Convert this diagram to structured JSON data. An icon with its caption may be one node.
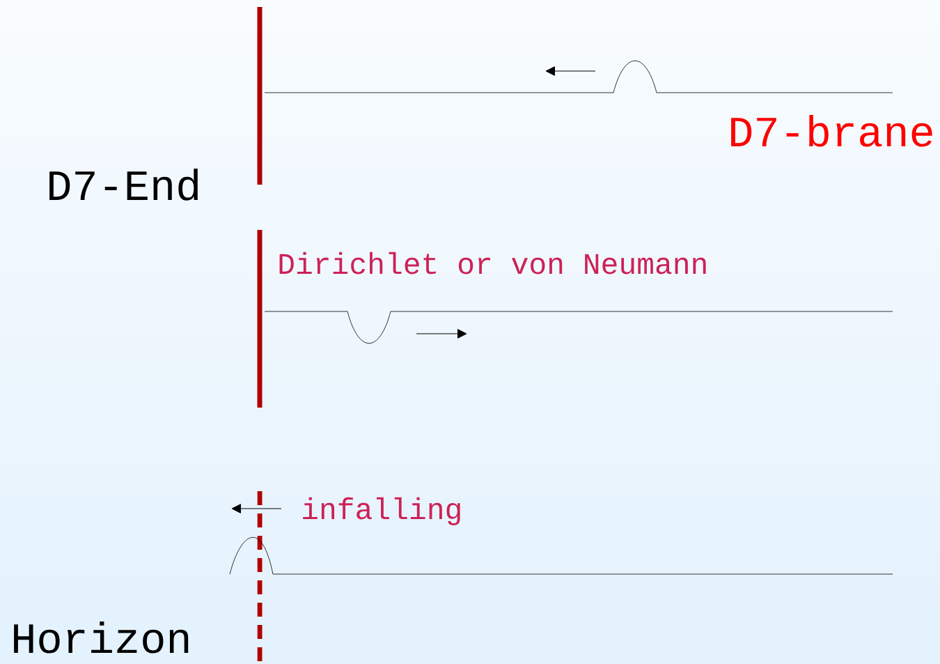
{
  "diagram": {
    "labels": [
      "D7-brane",
      "D7-End",
      "Dirichlet or von Neumann",
      "infalling",
      "Horizon"
    ]
  }
}
